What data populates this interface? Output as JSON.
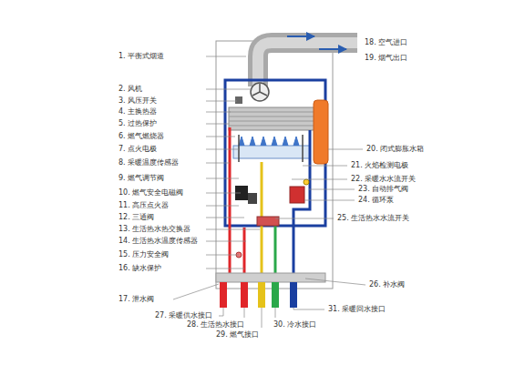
{
  "diagram": {
    "labels": [
      "1. 平衡式烟道",
      "2. 风机",
      "3. 风压开关",
      "4. 主换热器",
      "5. 过热保护",
      "6. 燃气燃烧器",
      "7. 点火电极",
      "8. 采暖温度传感器",
      "9. 燃气调节阀",
      "10. 燃气安全电磁阀",
      "11. 高压点火器",
      "12. 三通阀",
      "13. 生活热水热交换器",
      "14. 生活热水温度传感器",
      "15. 压力安全阀",
      "16. 缺水保护",
      "17. 泄水阀",
      "18. 空气进口",
      "19. 烟气出口",
      "20. 闭式膨胀水箱",
      "21. 火焰检测电极",
      "22. 采暖水水流开关",
      "23. 自动排气阀",
      "24. 循环泵",
      "25. 生活热水水流开关",
      "26. 补水阀",
      "27. 采暖供水接口",
      "28. 生活热水接口",
      "29. 燃气接口",
      "30. 冷水接口",
      "31. 采暖回水接口"
    ]
  }
}
